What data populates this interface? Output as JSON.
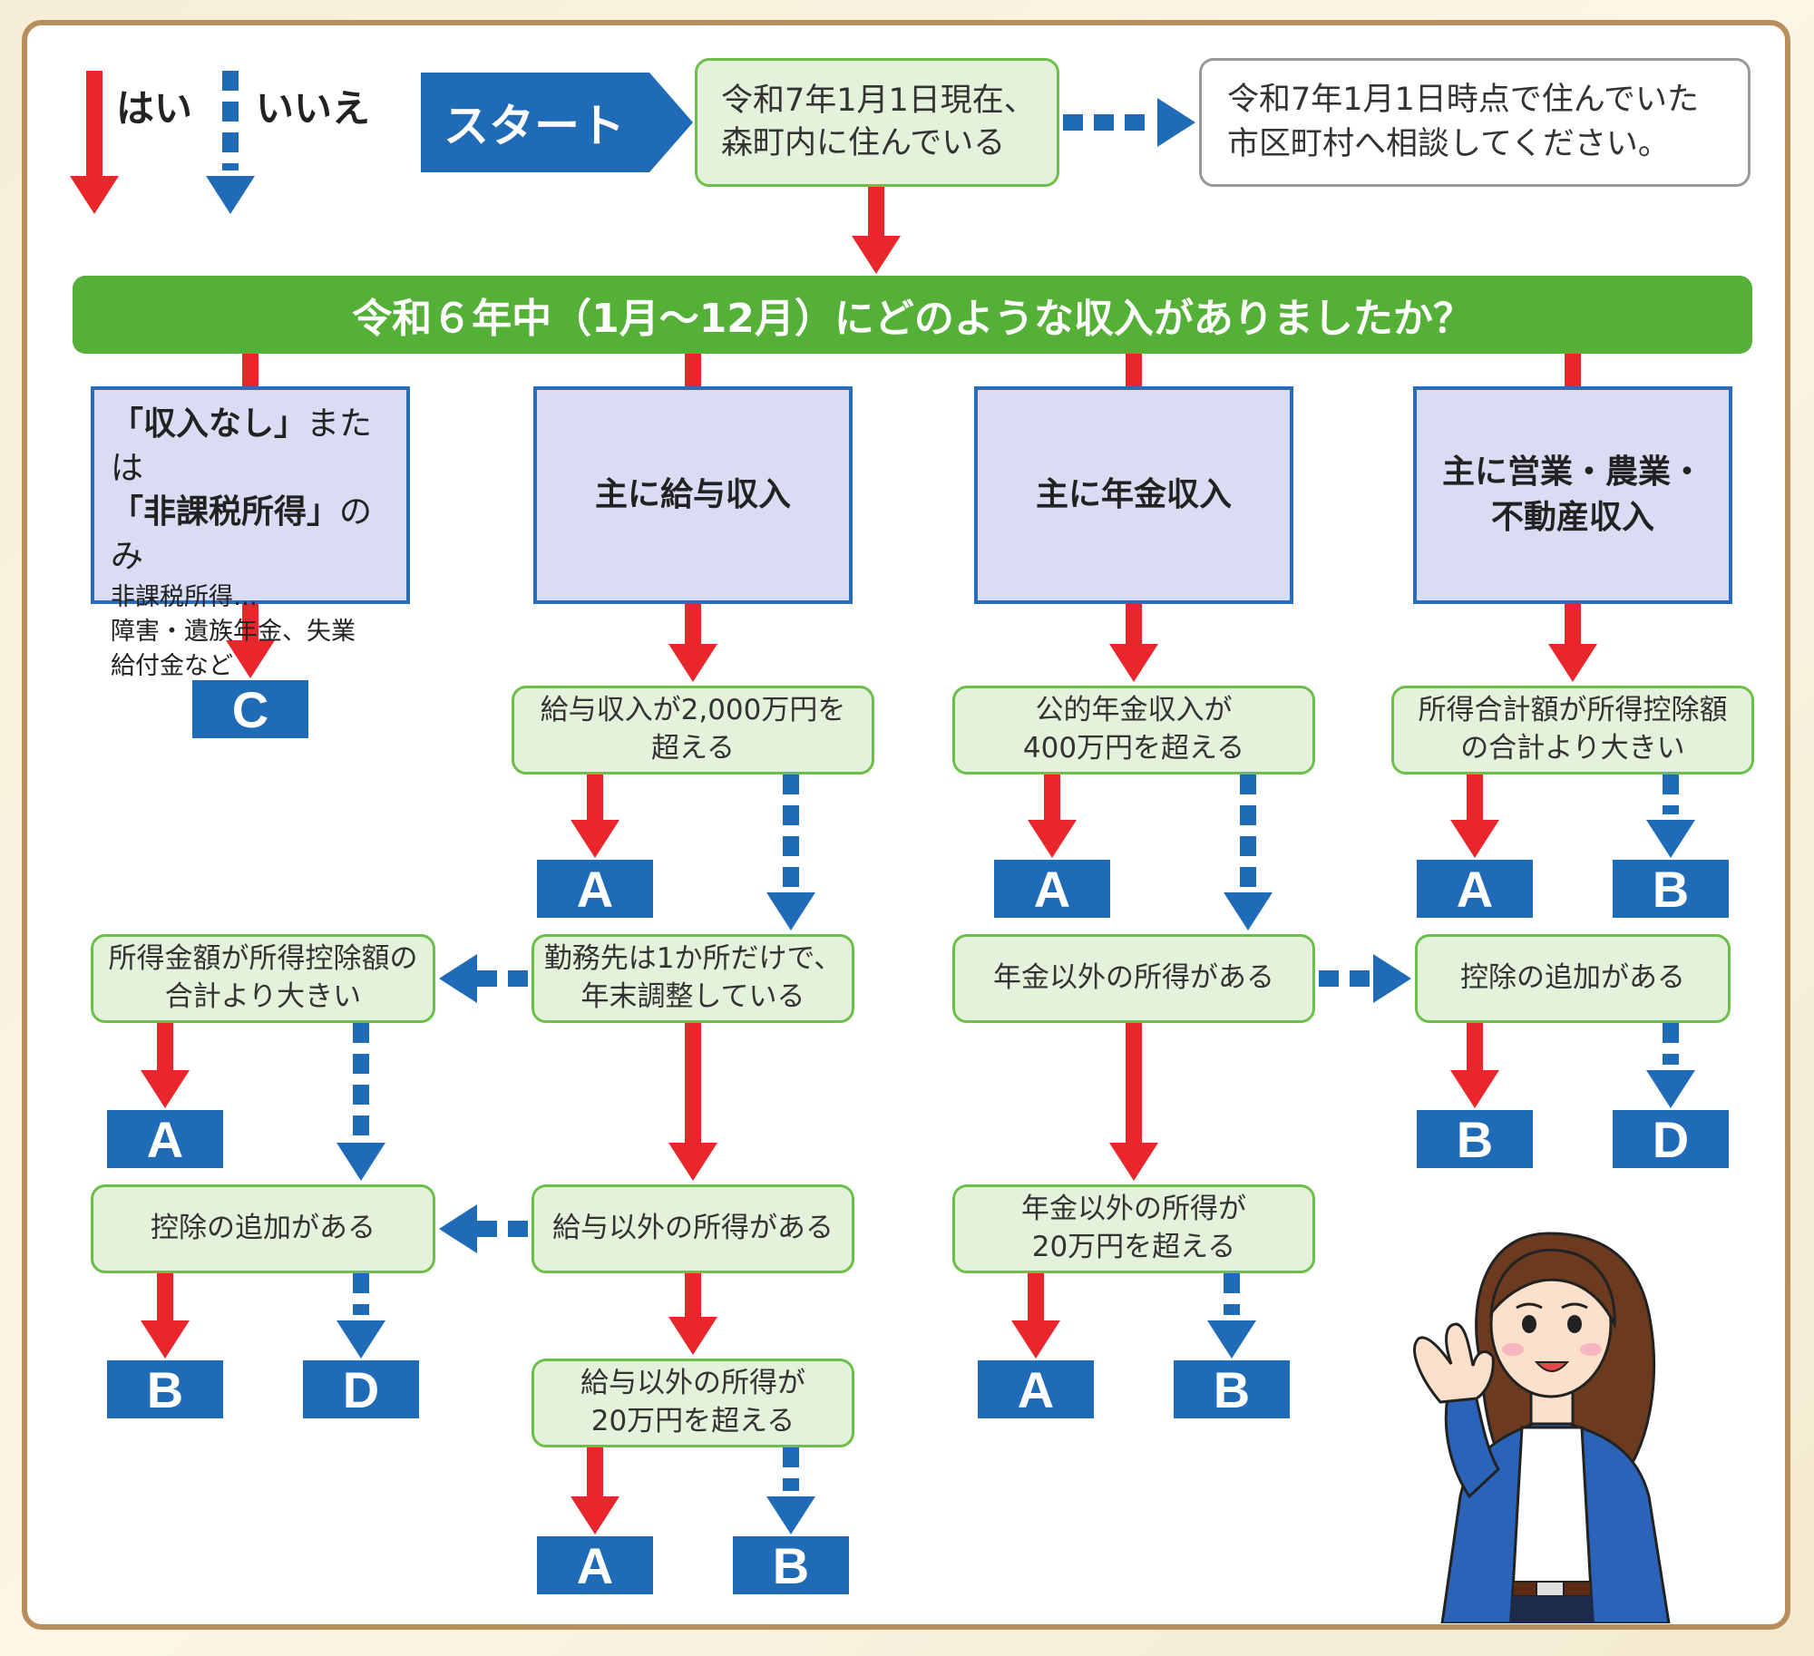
{
  "legend": {
    "yes_label": "はい",
    "no_label": "いいえ"
  },
  "start": {
    "label": "スタート",
    "question_line1": "令和7年1月1日現在、",
    "question_line2": "森町内に住んでいる",
    "no_target_line1": "令和7年1月1日時点で住んでいた",
    "no_target_line2": "市区町村へ相談してください。"
  },
  "main_question": "令和６年中（1月～12月）にどのような収入がありましたか？",
  "categories": {
    "none": {
      "line1_bold1": "「収入なし」",
      "line1_rest": "または",
      "line2_bold": "「非課税所得」",
      "line2_rest": "のみ",
      "note1": "非課税所得…",
      "note2": "障害・遺族年金、失業",
      "note3": "給付金など"
    },
    "salary": {
      "label": "主に給与収入"
    },
    "pension": {
      "label": "主に年金収入"
    },
    "business": {
      "line1": "主に営業・農業・",
      "line2": "不動産収入"
    }
  },
  "salary_flow": {
    "q1_line1": "給与収入が2,000万円を",
    "q1_line2": "超える",
    "q2_line1": "勤務先は1か所だけで、",
    "q2_line2": "年末調整している",
    "q3_line1": "所得金額が所得控除額の",
    "q3_line2": "合計より大きい",
    "q4": "控除の追加がある",
    "q5": "給与以外の所得がある",
    "q6_line1": "給与以外の所得が",
    "q6_line2": "20万円を超える"
  },
  "pension_flow": {
    "q1_line1": "公的年金収入が",
    "q1_line2": "400万円を超える",
    "q2": "年金以外の所得がある",
    "q3_line1": "年金以外の所得が",
    "q3_line2": "20万円を超える"
  },
  "business_flow": {
    "q1_line1": "所得合計額が所得控除額",
    "q1_line2": "の合計より大きい",
    "q2": "控除の追加がある"
  },
  "results": {
    "a": "A",
    "b": "B",
    "c": "C",
    "d": "D"
  },
  "colors": {
    "yes_arrow": "#e8262b",
    "no_arrow": "#1f6bb8",
    "header_green": "#55b038",
    "result_blue": "#1f6bb8"
  }
}
